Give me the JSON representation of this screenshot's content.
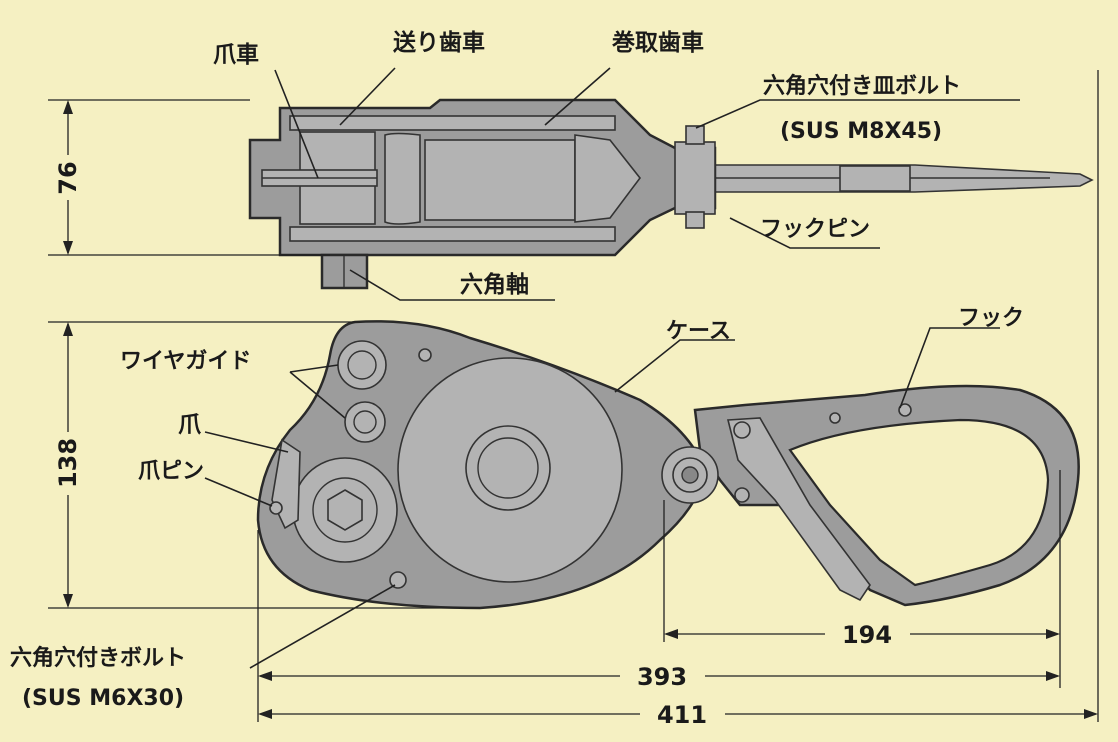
{
  "labels": {
    "claw_wheel": "爪車",
    "feed_gear": "送り歯車",
    "winding_gear": "巻取歯車",
    "countersunk_bolt": "六角穴付き皿ボルト",
    "countersunk_bolt_spec": "(SUS M8X45)",
    "hook_pin": "フックピン",
    "hex_shaft": "六角軸",
    "case": "ケース",
    "hook": "フック",
    "wire_guide": "ワイヤガイド",
    "claw": "爪",
    "claw_pin": "爪ピン",
    "socket_bolt": "六角穴付きボルト",
    "socket_bolt_spec": "(SUS M6X30)"
  },
  "dimensions": {
    "top_height": "76",
    "side_height": "138",
    "hook_length": "194",
    "body_length": "393",
    "total_length": "411"
  },
  "colors": {
    "background": "#f5f0c2",
    "body_fill": "#9c9c9c",
    "outline": "#2a2a2a"
  }
}
